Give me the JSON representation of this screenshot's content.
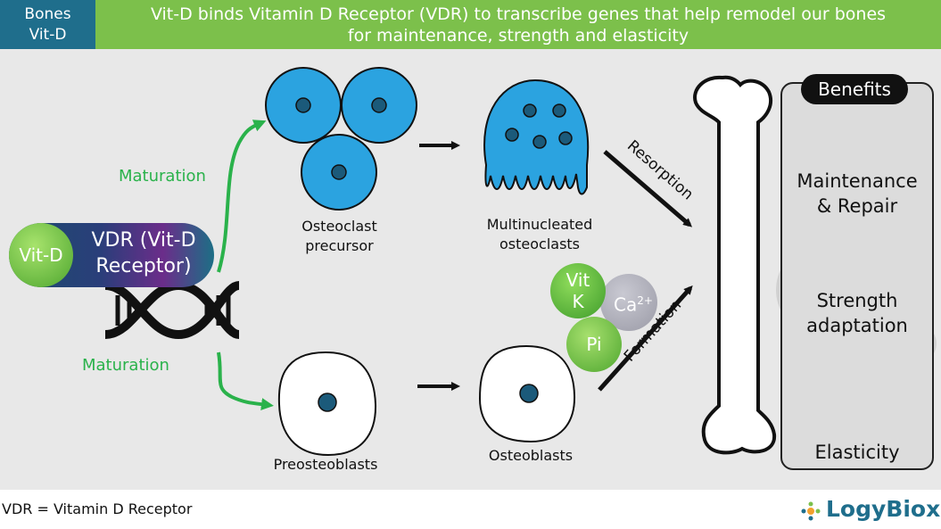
{
  "header": {
    "tag_line1": "Bones",
    "tag_line2": "Vit-D",
    "title_line1": "Vit-D binds Vitamin D Receptor (VDR) to transcribe genes that help remodel our bones",
    "title_line2": "for maintenance, strength and elasticity"
  },
  "left": {
    "vitd_label": "Vit-D",
    "vdr_line1": "VDR (Vit-D",
    "vdr_line2": "Receptor)",
    "maturation_top": "Maturation",
    "maturation_bottom": "Maturation"
  },
  "cells": {
    "osteoclast_precursor_line1": "Osteoclast",
    "osteoclast_precursor_line2": "precursor",
    "multinucleated_line1": "Multinucleated",
    "multinucleated_line2": "osteoclasts",
    "preosteoblasts": "Preosteoblasts",
    "osteoblasts": "Osteoblasts"
  },
  "minerals": {
    "vitk_line1": "Vit",
    "vitk_line2": "K",
    "ca_label": "Ca",
    "ca_charge": "2+",
    "pi_label": "Pi"
  },
  "processes": {
    "resorption": "Resorption",
    "formation": "Formation"
  },
  "benefits": {
    "title": "Benefits",
    "item1_line1": "Maintenance",
    "item1_line2": "& Repair",
    "item2_line1": "Strength",
    "item2_line2": "adaptation",
    "item3": "Elasticity",
    "item1_icon": "wrench-screwdriver-icon",
    "item2_icon": "flexed-arm-icon",
    "item3_icon": "elasticity-arrows-icon"
  },
  "footer": {
    "note": "VDR = Vitamin D Receptor",
    "brand": "LogyBiox"
  },
  "colors": {
    "header_tag": "#1f6e8c",
    "header_title": "#7cc04b",
    "osteoclast": "#2ba3e0",
    "nucleus": "#1b5a7a",
    "maturation_arrow": "#2ab24b"
  }
}
